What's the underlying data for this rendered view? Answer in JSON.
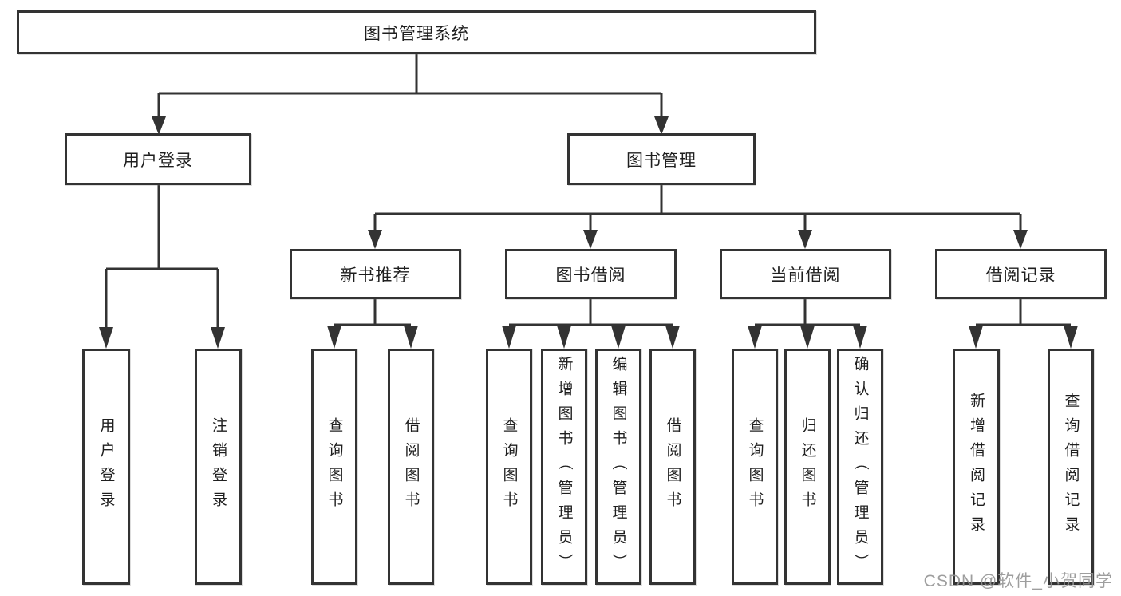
{
  "tree": {
    "root": {
      "label": "图书管理系统"
    },
    "branches": [
      {
        "label": "用户登录",
        "children": [
          {
            "label": "用户登录"
          },
          {
            "label": "注销登录"
          }
        ]
      },
      {
        "label": "图书管理",
        "children": [
          {
            "label": "新书推荐",
            "children": [
              {
                "label": "查询图书"
              },
              {
                "label": "借阅图书"
              }
            ]
          },
          {
            "label": "图书借阅",
            "children": [
              {
                "label": "查询图书"
              },
              {
                "label": "新增图书（管理员）"
              },
              {
                "label": "编辑图书（管理员）"
              },
              {
                "label": "借阅图书"
              }
            ]
          },
          {
            "label": "当前借阅",
            "children": [
              {
                "label": "查询图书"
              },
              {
                "label": "归还图书"
              },
              {
                "label": "确认归还（管理员）"
              }
            ]
          },
          {
            "label": "借阅记录",
            "children": [
              {
                "label": "新增借阅记录"
              },
              {
                "label": "查询借阅记录"
              }
            ]
          }
        ]
      }
    ]
  },
  "watermark": {
    "text": "CSDN @软件_小贺同学"
  },
  "colors": {
    "line": "#333333",
    "box_border": "#333333",
    "box_background": "#ffffff",
    "text": "#1f1f1f",
    "watermark": "#949494"
  }
}
